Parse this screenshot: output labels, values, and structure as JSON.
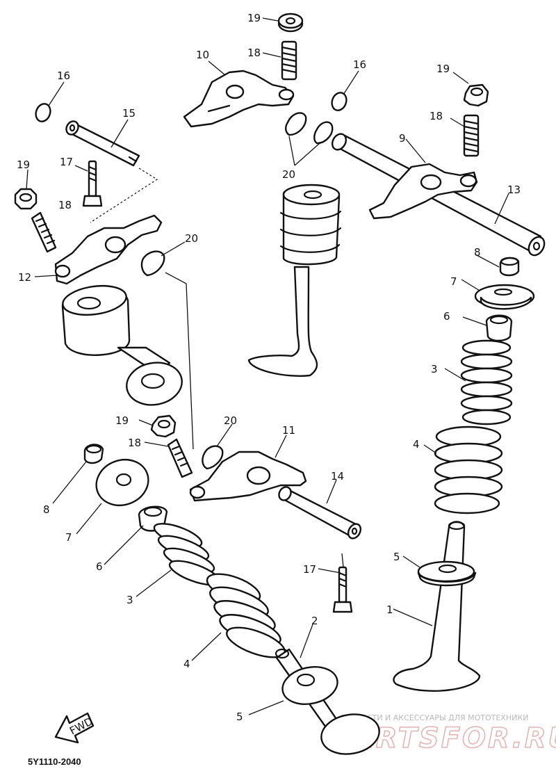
{
  "diagram": {
    "drawing_code": "5Y1110-2040",
    "fwd_label": "FWD",
    "watermark": {
      "line1": "ЗАПЧАСТИ И АКСЕССУАРЫ ДЛЯ МОТОТЕХНИКИ",
      "line2": "PARTSFOR.RU"
    },
    "callouts": [
      {
        "id": "c19a",
        "text": "19"
      },
      {
        "id": "c18a",
        "text": "18"
      },
      {
        "id": "c10",
        "text": "10"
      },
      {
        "id": "c16a",
        "text": "16"
      },
      {
        "id": "c16b",
        "text": "16"
      },
      {
        "id": "c19b",
        "text": "19"
      },
      {
        "id": "c15",
        "text": "15"
      },
      {
        "id": "c18b",
        "text": "18"
      },
      {
        "id": "c19c",
        "text": "19"
      },
      {
        "id": "c17a",
        "text": "17"
      },
      {
        "id": "c9",
        "text": "9"
      },
      {
        "id": "c20a",
        "text": "20"
      },
      {
        "id": "c18c",
        "text": "18"
      },
      {
        "id": "c13",
        "text": "13"
      },
      {
        "id": "c12",
        "text": "12"
      },
      {
        "id": "c20b",
        "text": "20"
      },
      {
        "id": "c8a",
        "text": "8"
      },
      {
        "id": "c7a",
        "text": "7"
      },
      {
        "id": "c6a",
        "text": "6"
      },
      {
        "id": "c3a",
        "text": "3"
      },
      {
        "id": "c19d",
        "text": "19"
      },
      {
        "id": "c20c",
        "text": "20"
      },
      {
        "id": "c11",
        "text": "11"
      },
      {
        "id": "c18d",
        "text": "18"
      },
      {
        "id": "c4a",
        "text": "4"
      },
      {
        "id": "c14",
        "text": "14"
      },
      {
        "id": "c8b",
        "text": "8"
      },
      {
        "id": "c7b",
        "text": "7"
      },
      {
        "id": "c5a",
        "text": "5"
      },
      {
        "id": "c6b",
        "text": "6"
      },
      {
        "id": "c17b",
        "text": "17"
      },
      {
        "id": "c3b",
        "text": "3"
      },
      {
        "id": "c1",
        "text": "1"
      },
      {
        "id": "c2",
        "text": "2"
      },
      {
        "id": "c4b",
        "text": "4"
      },
      {
        "id": "c5b",
        "text": "5"
      }
    ]
  }
}
